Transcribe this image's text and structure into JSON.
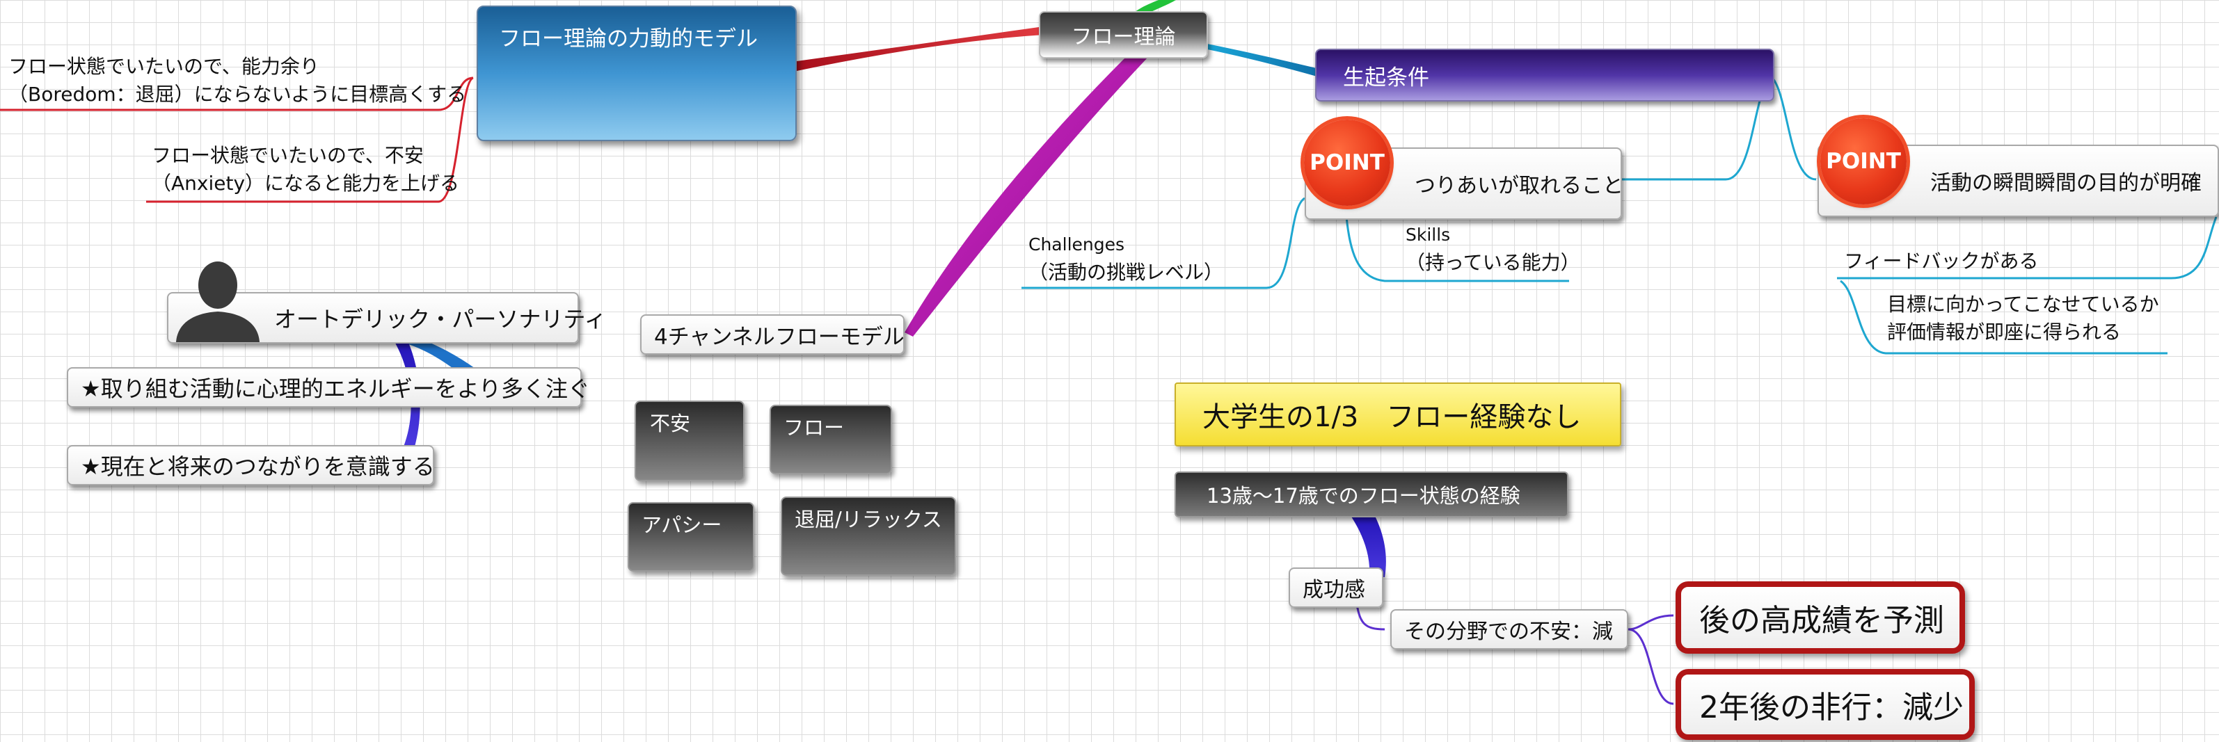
{
  "colors": {
    "red_branch": "#c8202a",
    "blue_branch": "#1e9ed0",
    "magenta_branch": "#b81cb0",
    "green_branch": "#22c33a",
    "navy_branch": "#2a1cc8",
    "purple_connector": "#6a2ed0",
    "point_badge": "#e8381a",
    "red_box_border": "#b01616"
  },
  "central_node": {
    "label": "フロー理論"
  },
  "dynamic_model": {
    "title": "フロー理論の力動的モデル",
    "boredom_note": [
      "フロー状態でいたいので、能力余り",
      "（Boredom：退屈）にならないように目標高くする"
    ],
    "anxiety_note": [
      "フロー状態でいたいので、不安",
      "（Anxiety）になると能力を上げる"
    ]
  },
  "autotelic": {
    "title": "オートデリック・パーソナリティ",
    "icon": "person-silhouette-icon",
    "items": [
      "★取り組む活動に心理的エネルギーをより多く注ぐ",
      "★現在と将来のつながりを意識する"
    ]
  },
  "four_channel": {
    "title": "4チャンネルフローモデル",
    "quadrants": [
      "不安",
      "フロー",
      "アパシー",
      "退屈/リラックス"
    ]
  },
  "conditions": {
    "title": "生起条件",
    "point_label": "POINT",
    "balance": "つりあいが取れること",
    "challenges": [
      "Challenges",
      "（活動の挑戦レベル）"
    ],
    "skills": [
      "Skills",
      "（持っている能力）"
    ],
    "clear_goals": "活動の瞬間瞬間の目的が明確",
    "feedback": "フィードバックがある",
    "feedback_detail": [
      "目標に向かってこなせているか",
      "評価情報が即座に得られる"
    ]
  },
  "students": {
    "headline": "大学生の1/3　フロー経験なし",
    "teen": "13歳～17歳でのフロー状態の経験",
    "success": "成功感",
    "anxiety_decrease": "その分野での不安：減",
    "predict": "後の高成績を予測",
    "delinquency": "2年後の非行：減少"
  }
}
